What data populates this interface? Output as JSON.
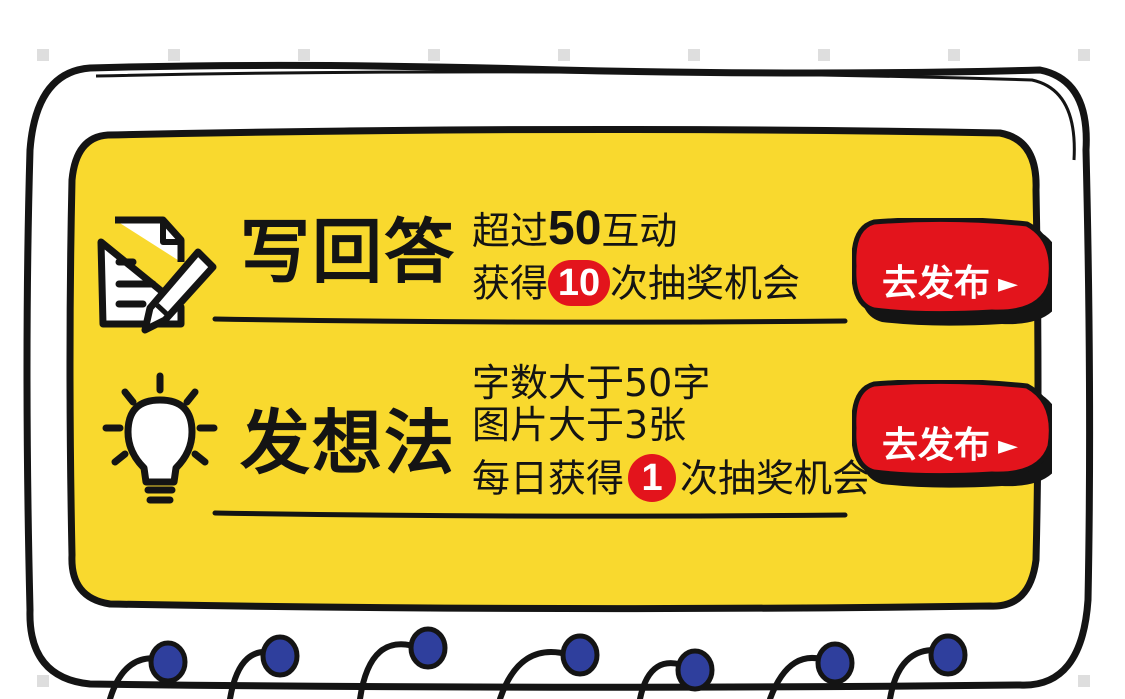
{
  "colors": {
    "panel_yellow": "#f9d92e",
    "outline": "#141414",
    "accent_red": "#e3141c",
    "spiral_blue": "#2f3f9d"
  },
  "sections": [
    {
      "icon": "pencil-paper-icon",
      "title": "写回答",
      "line1_prefix": "超过",
      "line1_number": "50",
      "line1_suffix": "互动",
      "line2_prefix": "获得",
      "line2_badge": "10",
      "line2_suffix": "次抽奖机会",
      "button_label": "去发布",
      "button_arrow": "►"
    },
    {
      "icon": "lightbulb-icon",
      "title": "发想法",
      "line1": "字数大于50字",
      "line2": "图片大于3张",
      "line3_prefix": "每日获得",
      "line3_badge": "1",
      "line3_suffix": "次抽奖机会",
      "button_label": "去发布",
      "button_arrow": "►"
    }
  ]
}
